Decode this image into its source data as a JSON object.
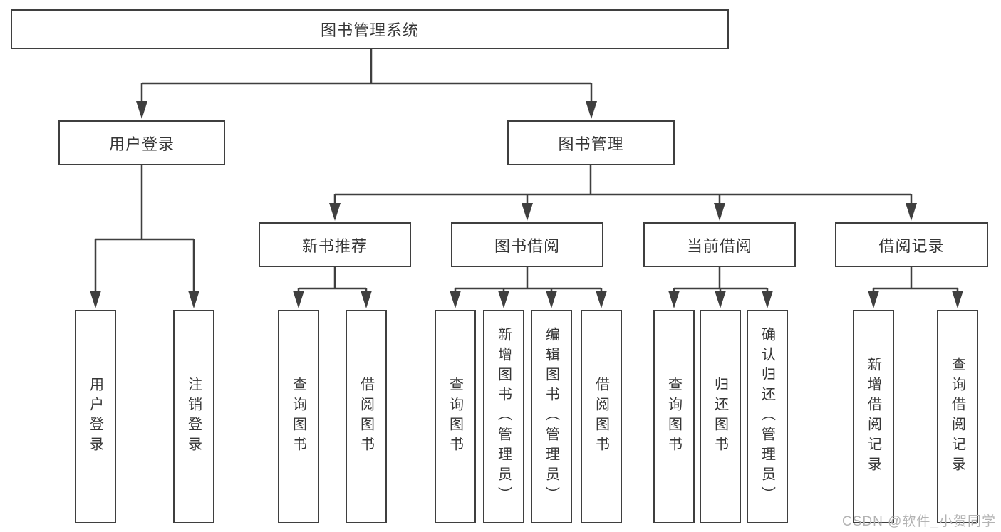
{
  "colors": {
    "background": "#ffffff",
    "line": "#3f3f3f",
    "box_border": "#3f3f3f",
    "text": "#363636",
    "watermark": "#b3b3b3"
  },
  "watermark": "CSDN @软件_小贺同学",
  "tree": {
    "label": "图书管理系统",
    "children": [
      {
        "label": "用户登录",
        "children": [
          {
            "label": "用户登录"
          },
          {
            "label": "注销登录"
          }
        ]
      },
      {
        "label": "图书管理",
        "children": [
          {
            "label": "新书推荐",
            "children": [
              {
                "label": "查询图书"
              },
              {
                "label": "借阅图书"
              }
            ]
          },
          {
            "label": "图书借阅",
            "children": [
              {
                "label": "查询图书"
              },
              {
                "label": "新增图书（管理员）"
              },
              {
                "label": "编辑图书（管理员）"
              },
              {
                "label": "借阅图书"
              }
            ]
          },
          {
            "label": "当前借阅",
            "children": [
              {
                "label": "查询图书"
              },
              {
                "label": "归还图书"
              },
              {
                "label": "确认归还（管理员）"
              }
            ]
          },
          {
            "label": "借阅记录",
            "children": [
              {
                "label": "新增借阅记录"
              },
              {
                "label": "查询借阅记录"
              }
            ]
          }
        ]
      }
    ]
  }
}
